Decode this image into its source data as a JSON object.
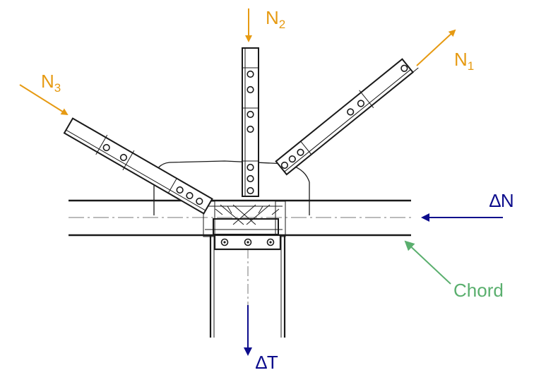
{
  "colors": {
    "force_arrow": "#E69A12",
    "delta_arrow": "#0C0C8C",
    "chord_arrow": "#5AAF6E",
    "steel": "#1a1a1a",
    "centerline": "#777777"
  },
  "labels": {
    "n1": {
      "main": "N",
      "sub": "1"
    },
    "n2": {
      "main": "N",
      "sub": "2"
    },
    "n3": {
      "main": "N",
      "sub": "3"
    },
    "delta_n": "∆N",
    "delta_t": "∆T",
    "chord": "Chord"
  }
}
